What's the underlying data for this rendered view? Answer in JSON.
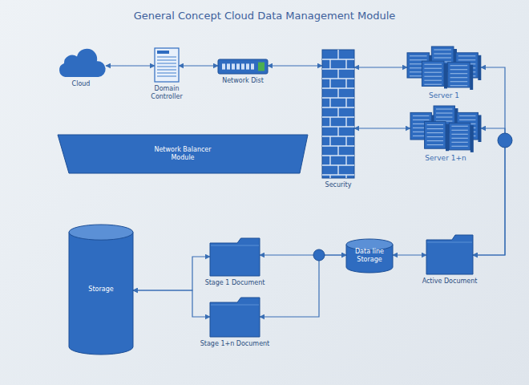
{
  "diagram": {
    "title": "General Concept Cloud Data Management Module",
    "nodes": [
      {
        "text": [
          "Cloud"
        ]
      },
      {
        "text": [
          "Domain Controller"
        ]
      },
      {
        "text": [
          "Network Dist"
        ]
      },
      {
        "text": [
          "Security"
        ]
      },
      {
        "text": [
          "Server 1"
        ]
      },
      {
        "text": [
          "Network Balancer Module"
        ]
      },
      {
        "text": [
          "Server 1+n"
        ]
      },
      {
        "text": [
          "Storage"
        ]
      },
      {
        "text": [
          "Stage 1 Document"
        ]
      },
      {
        "text": [
          "Data line Storage"
        ]
      },
      {
        "text": [
          "Active Document"
        ]
      },
      {
        "text": [
          "Stage 1+n Document"
        ]
      }
    ],
    "edges": [
      {
        "from": 0,
        "to": 1,
        "arrow": "both"
      },
      {
        "from": 1,
        "to": 2,
        "arrow": "both"
      },
      {
        "from": 2,
        "to": 3,
        "arrow": "both"
      },
      {
        "from": 3,
        "to": 4,
        "arrow": "both"
      },
      {
        "from": 3,
        "to": 6,
        "arrow": "both"
      },
      {
        "from": 4,
        "to": 10,
        "arrow": "both"
      },
      {
        "from": 6,
        "to": 10,
        "arrow": "both"
      },
      {
        "from": 10,
        "to": 9,
        "arrow": "both"
      },
      {
        "from": 9,
        "to": 8,
        "arrow": "both"
      },
      {
        "from": 9,
        "to": 11,
        "arrow": "both"
      },
      {
        "from": 8,
        "to": 7,
        "arrow": "both"
      },
      {
        "from": 11,
        "to": 7,
        "arrow": "both"
      }
    ]
  }
}
